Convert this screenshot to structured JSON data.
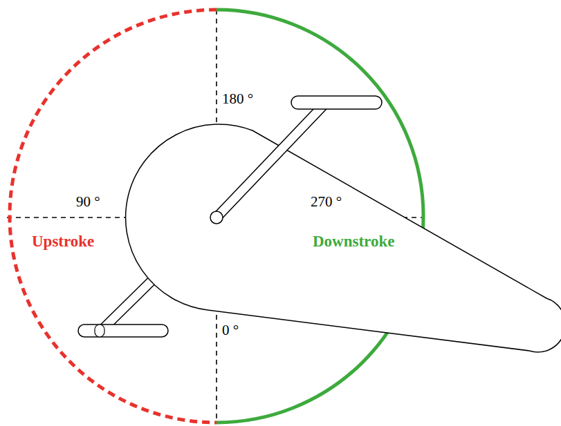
{
  "diagram": {
    "labels": [
      "180 °",
      "90 °",
      "270 °",
      "0 °",
      "Upstroke",
      "Downstroke"
    ]
  }
}
